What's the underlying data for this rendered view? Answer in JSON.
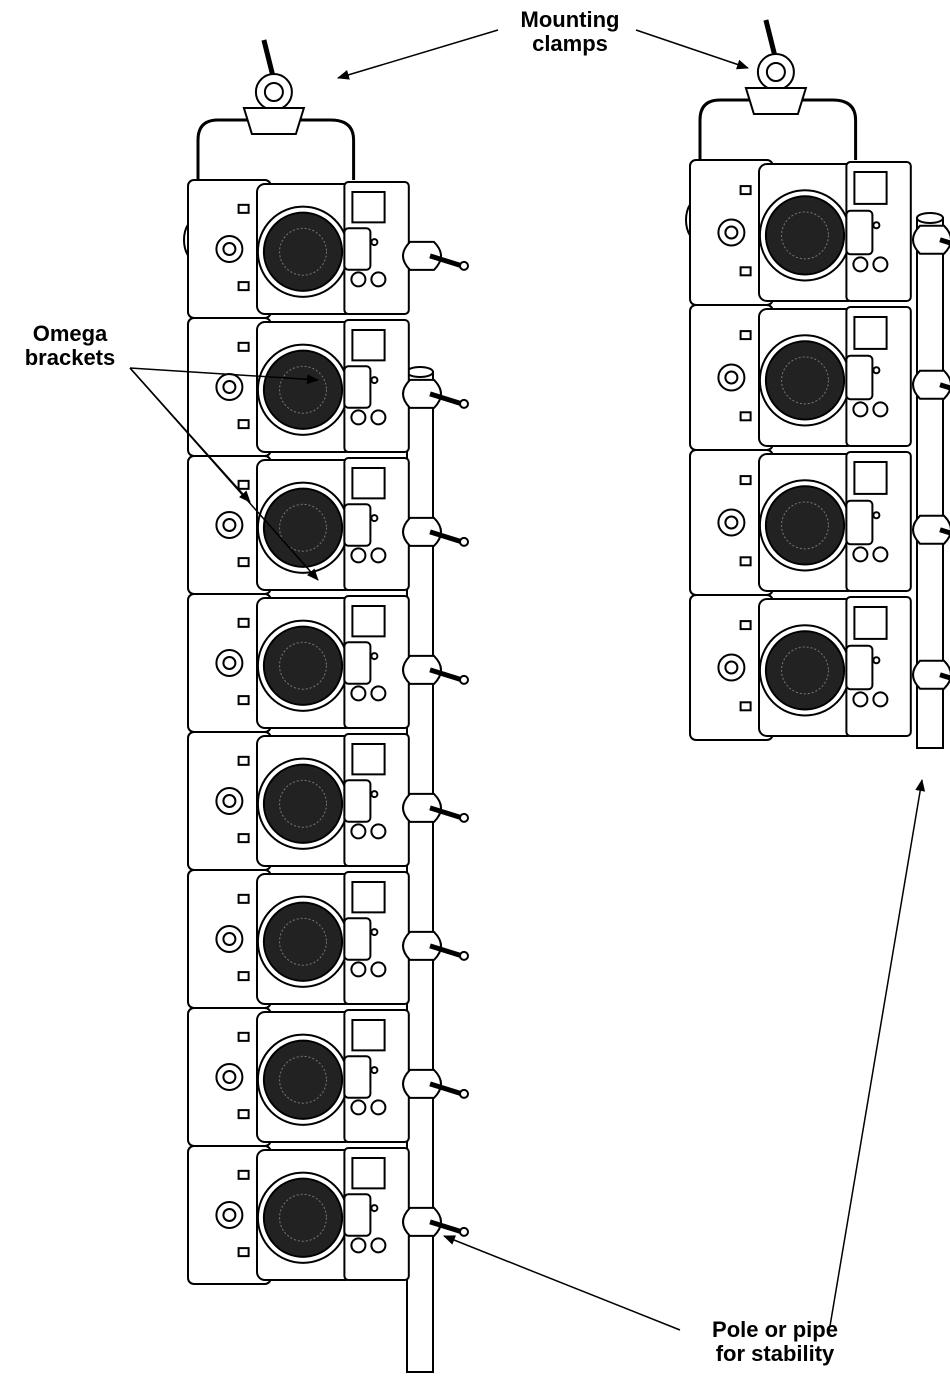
{
  "callouts": {
    "mounting_clamps": {
      "line1": "Mounting",
      "line2": "clamps"
    },
    "omega_brackets": {
      "line1": "Omega",
      "line2": "brackets"
    },
    "pole": {
      "line1": "Pole or pipe",
      "line2": "for stability"
    }
  },
  "assemblies": {
    "left_stack_units": 8,
    "right_stack_units": 4
  },
  "colors": {
    "ink": "#000000",
    "paper": "#ffffff",
    "shade": "#d0d0d0"
  }
}
